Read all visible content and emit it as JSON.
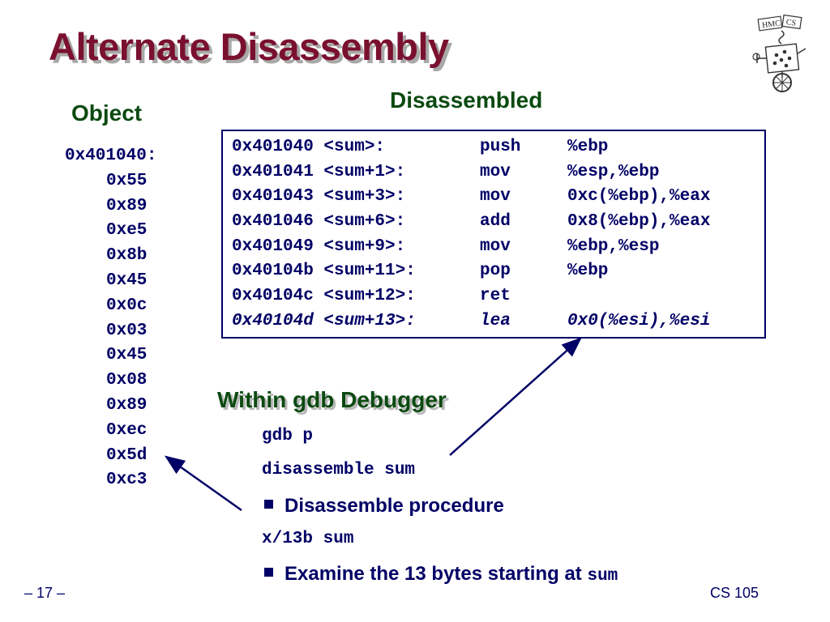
{
  "title": "Alternate Disassembly",
  "object": {
    "heading": "Object",
    "address": "0x401040:",
    "bytes": [
      "0x55",
      "0x89",
      "0xe5",
      "0x8b",
      "0x45",
      "0x0c",
      "0x03",
      "0x45",
      "0x08",
      "0x89",
      "0xec",
      "0x5d",
      "0xc3"
    ]
  },
  "disassembled": {
    "heading": "Disassembled",
    "rows": [
      {
        "addr": "0x401040 <sum>:",
        "op": "push",
        "args": "%ebp"
      },
      {
        "addr": "0x401041 <sum+1>:",
        "op": "mov",
        "args": "%esp,%ebp"
      },
      {
        "addr": "0x401043 <sum+3>:",
        "op": "mov",
        "args": "0xc(%ebp),%eax"
      },
      {
        "addr": "0x401046 <sum+6>:",
        "op": "add",
        "args": "0x8(%ebp),%eax"
      },
      {
        "addr": "0x401049 <sum+9>:",
        "op": "mov",
        "args": "%ebp,%esp"
      },
      {
        "addr": "0x40104b <sum+11>:",
        "op": "pop",
        "args": "%ebp"
      },
      {
        "addr": "0x40104c <sum+12>:",
        "op": "ret",
        "args": ""
      },
      {
        "addr": "0x40104d <sum+13>:",
        "op": "lea",
        "args": "0x0(%esi),%esi"
      }
    ]
  },
  "gdb": {
    "heading": "Within gdb Debugger",
    "cmd1": "gdb p",
    "cmd2": "disassemble sum",
    "bullet1": "Disassemble procedure",
    "cmd3": "x/13b sum",
    "bullet2_text": "Examine the 13 bytes starting at ",
    "bullet2_code": "sum"
  },
  "footer": {
    "page": "– 17 –",
    "course": "CS 105"
  },
  "logo": {
    "text_left": "HMC",
    "text_right": "CS"
  },
  "colors": {
    "title": "#7a1030",
    "heading": "#0b4a10",
    "body": "#000066"
  }
}
